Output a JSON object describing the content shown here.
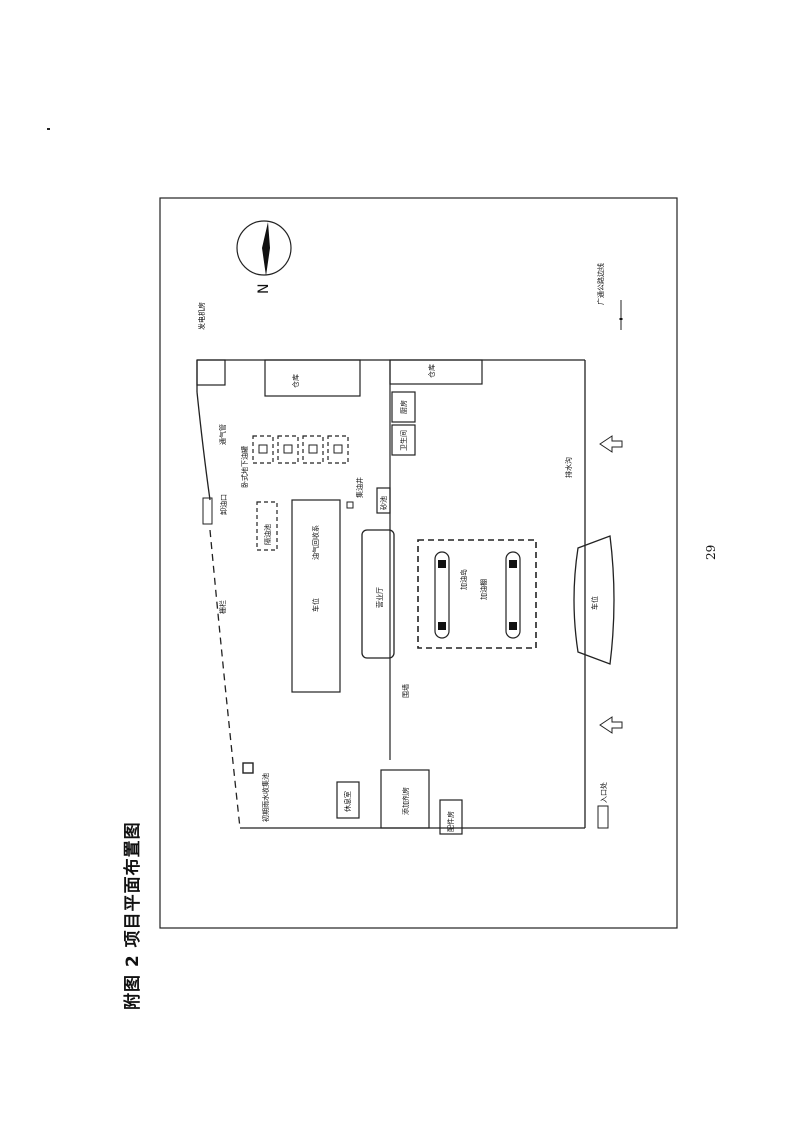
{
  "caption": "附图 2 项目平面布置图",
  "page_number": "29",
  "compass_label": "N",
  "labels": {
    "generator_room": "发电机房",
    "warehouse_left": "仓库",
    "warehouse_right": "仓库",
    "kitchen": "厨房",
    "toilet": "卫生间",
    "vent_pipe": "通气管",
    "tanks": "卧式地下油罐",
    "unloading_port": "卸油口",
    "oil_interceptor": "隔油池",
    "oil_well": "集油井",
    "sand_pool": "砂池",
    "vapor_recovery": "油气回收系",
    "parking_left": "车位",
    "business_hall": "营业厅",
    "fuel_island": "加油岛",
    "canopy": "加油棚",
    "drain": "排水沟",
    "road": "广通公路边线",
    "parking_right": "车位",
    "fence": "栅栏",
    "wall": "围墙",
    "rain_pool": "初期雨水收集池",
    "rest_room": "休息室",
    "additive_room": "添加剂房",
    "parts_room": "配件房",
    "entrance": "入口处"
  }
}
